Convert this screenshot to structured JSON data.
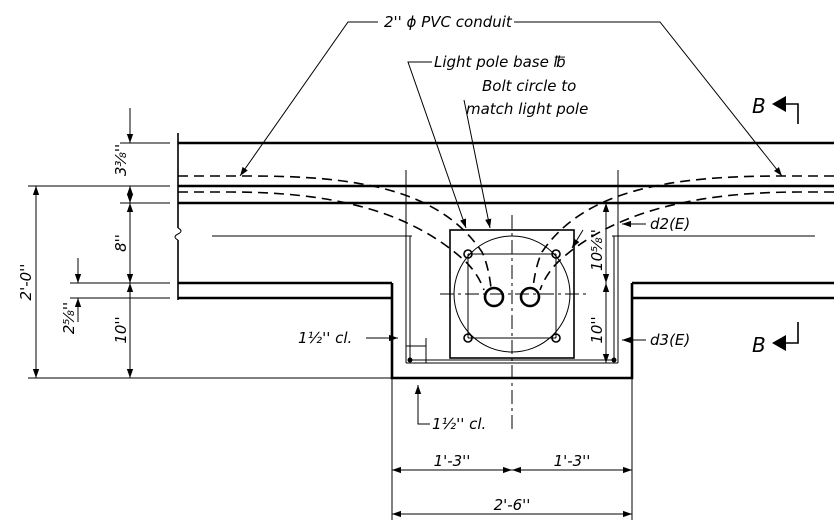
{
  "callouts": {
    "conduit": "2'' ϕ PVC conduit",
    "base_plate": "Light pole base ℔",
    "bolt_circle_line1": "Bolt circle to",
    "bolt_circle_line2": "match light pole",
    "d2": "d2(E)",
    "d3": "d3(E)",
    "clear_left": "1½'' cl.",
    "clear_bottom": "1½'' cl."
  },
  "section_marks": {
    "top": "B",
    "bottom": "B"
  },
  "dimensions": {
    "top_cover": "3⅜''",
    "eight": "8''",
    "ten_left": "10''",
    "total_depth": "2'-0''",
    "two_five_eighths": "2⅝''",
    "ten_five_eighths": "10⅝''",
    "ten_right": "10''",
    "half_left": "1'-3''",
    "half_right": "1'-3''",
    "total_width": "2'-6''"
  }
}
